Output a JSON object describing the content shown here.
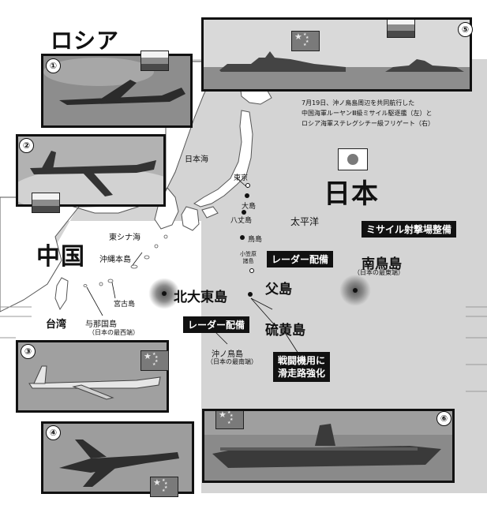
{
  "title_russia": "ロシア",
  "title_japan": "日本",
  "title_china": "中国",
  "places": {
    "sea_of_japan": "日本海",
    "east_china_sea": "東シナ海",
    "pacific_ocean": "太平洋",
    "tokyo": "東京",
    "oshima": "大島",
    "hachijojima": "八丈島",
    "torishima": "鳥島",
    "ogasawara": "小笠原\n諸島",
    "chichijima": "父島",
    "iwoto": "硫黄島",
    "kitadaito": "北大東島",
    "okinotorishima": "沖ノ鳥島",
    "okinotorishima_sub": "（日本の最南端）",
    "minamitorishima": "南鳥島",
    "minamitorishima_sub": "（日本の最東端）",
    "okinawa": "沖縄本島",
    "miyako": "宮古島",
    "yonaguni": "与那国島",
    "yonaguni_sub": "（日本の最西端）",
    "taiwan": "台湾"
  },
  "tags": {
    "missile": "ミサイル射撃場整備",
    "radar_chichijima": "レーダー配備",
    "radar_kitadaito": "レーダー配備",
    "runway_line1": "戦闘機用に",
    "runway_line2": "滑走路強化"
  },
  "caption": {
    "line1": "7月19日、沖ノ鳥島周辺を共同航行した",
    "line2": "中国海軍ルーヤンⅢ級ミサイル駆逐艦（左）と",
    "line3": "ロシア海軍ステレグシチー級フリゲート（右）"
  },
  "photos": [
    {
      "number": "①",
      "flag": "russia",
      "subject": "bomber-aircraft"
    },
    {
      "number": "②",
      "flag": "russia",
      "subject": "bomber-aircraft"
    },
    {
      "number": "③",
      "flag": "china",
      "subject": "bomber-aircraft"
    },
    {
      "number": "④",
      "flag": "china",
      "subject": "fighter-jet"
    },
    {
      "number": "⑤",
      "flag": "china-russia",
      "subject": "warships"
    },
    {
      "number": "⑥",
      "flag": "china",
      "subject": "aircraft-carrier"
    }
  ],
  "colors": {
    "sea": "#d3d3d3",
    "land": "#ffffff",
    "tag_bg": "#111111"
  }
}
